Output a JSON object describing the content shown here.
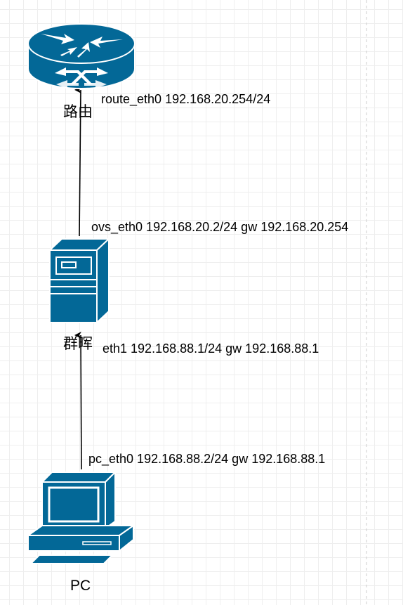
{
  "nodes": {
    "router": {
      "name": "路由",
      "iface_label": "route_eth0 192.168.20.254/24"
    },
    "server": {
      "name": "群晖",
      "upper_iface_label": "ovs_eth0 192.168.20.2/24 gw 192.168.20.254",
      "lower_iface_label": "eth1 192.168.88.1/24 gw 192.168.88.1"
    },
    "pc": {
      "name": "PC",
      "iface_label": "pc_eth0 192.168.88.2/24 gw 192.168.88.1"
    }
  },
  "colors": {
    "device_fill": "#036897",
    "device_stroke": "#ffffff",
    "connector": "#000000",
    "grid": "#eeeeee",
    "dashed_guide": "#cccccc"
  },
  "icons": {
    "router": "router-icon",
    "server": "server-tower-icon",
    "pc": "desktop-computer-icon"
  }
}
